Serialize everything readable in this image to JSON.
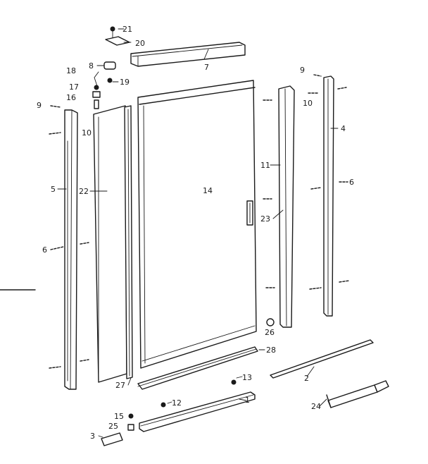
{
  "callouts": {
    "c1": "1",
    "c2": "2",
    "c3": "3",
    "c4": "4",
    "c5": "5",
    "c6a": "6",
    "c6b": "6",
    "c7": "7",
    "c8": "8",
    "c9a": "9",
    "c9b": "9",
    "c10a": "10",
    "c10b": "10",
    "c11": "11",
    "c12": "12",
    "c13": "13",
    "c14": "14",
    "c15": "15",
    "c16": "16",
    "c17": "17",
    "c18": "18",
    "c19": "19",
    "c20": "20",
    "c21": "21",
    "c22": "22",
    "c23": "23",
    "c24": "24",
    "c25": "25",
    "c26": "26",
    "c27": "27",
    "c28": "28"
  }
}
